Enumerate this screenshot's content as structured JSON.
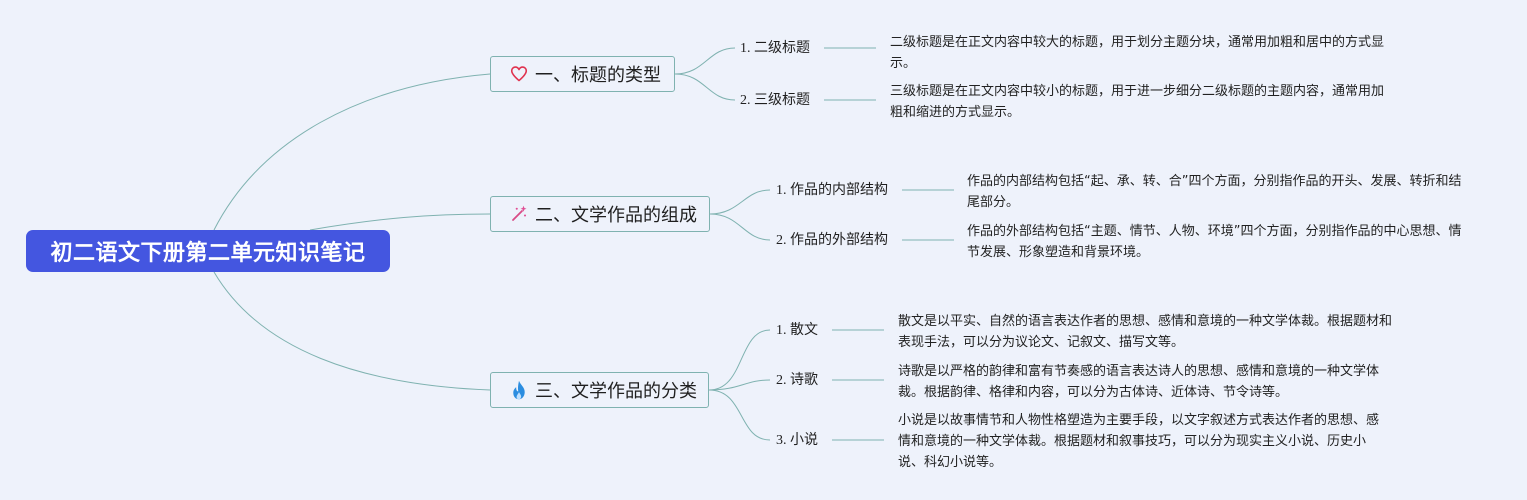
{
  "root": {
    "label": "初二语文下册第二单元知识笔记"
  },
  "branches": [
    {
      "label": "一、标题的类型",
      "icon": "heart-icon",
      "children": [
        {
          "label": "1. 二级标题",
          "desc": "二级标题是在正文内容中较大的标题，用于划分主题分块，通常用加粗和居中的方式显示。"
        },
        {
          "label": "2. 三级标题",
          "desc": "三级标题是在正文内容中较小的标题，用于进一步细分二级标题的主题内容，通常用加粗和缩进的方式显示。"
        }
      ]
    },
    {
      "label": "二、文学作品的组成",
      "icon": "sparkle-wand-icon",
      "children": [
        {
          "label": "1. 作品的内部结构",
          "desc": "作品的内部结构包括“起、承、转、合”四个方面，分别指作品的开头、发展、转折和结尾部分。"
        },
        {
          "label": "2. 作品的外部结构",
          "desc": "作品的外部结构包括“主题、情节、人物、环境”四个方面，分别指作品的中心思想、情节发展、形象塑造和背景环境。"
        }
      ]
    },
    {
      "label": "三、文学作品的分类",
      "icon": "fire-icon",
      "children": [
        {
          "label": "1. 散文",
          "desc": "散文是以平实、自然的语言表达作者的思想、感情和意境的一种文学体裁。根据题材和表现手法，可以分为议论文、记叙文、描写文等。"
        },
        {
          "label": "2. 诗歌",
          "desc": "诗歌是以严格的韵律和富有节奏感的语言表达诗人的思想、感情和意境的一种文学体裁。根据韵律、格律和内容，可以分为古体诗、近体诗、节令诗等。"
        },
        {
          "label": "3. 小说",
          "desc": "小说是以故事情节和人物性格塑造为主要手段，以文字叙述方式表达作者的思想、感情和意境的一种文学体裁。根据题材和叙事技巧，可以分为现实主义小说、历史小说、科幻小说等。"
        }
      ]
    }
  ],
  "colors": {
    "root_fill": "#4456e0",
    "connector": "#7fb2b0",
    "background": "#eef2fb"
  }
}
